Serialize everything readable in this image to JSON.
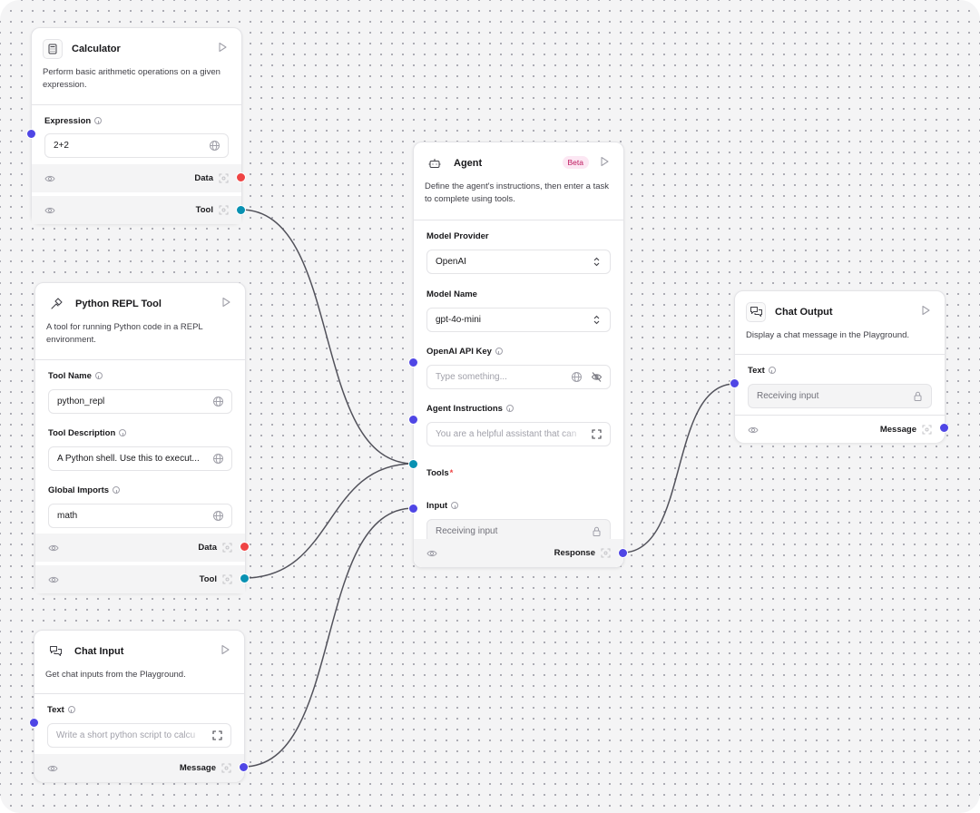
{
  "colors": {
    "canvas_bg": "#f4f4f5",
    "handle_message": "#4f46e5",
    "handle_data": "#ef4444",
    "handle_tool": "#0891b2",
    "beta_badge": "#be185d"
  },
  "nodes": {
    "calculator": {
      "title": "Calculator",
      "icon": "calculator-icon",
      "description": "Perform basic arithmetic operations on a given expression.",
      "fields": {
        "expression": {
          "label": "Expression",
          "value": "2+2"
        }
      },
      "outputs": {
        "data": "Data",
        "tool": "Tool"
      }
    },
    "python_repl": {
      "title": "Python REPL Tool",
      "icon": "hammer-icon",
      "description": "A tool for running Python code in a REPL environment.",
      "fields": {
        "tool_name": {
          "label": "Tool Name",
          "value": "python_repl"
        },
        "tool_description": {
          "label": "Tool Description",
          "value": "A Python shell. Use this to execut..."
        },
        "global_imports": {
          "label": "Global Imports",
          "value": "math"
        }
      },
      "outputs": {
        "data": "Data",
        "tool": "Tool"
      }
    },
    "chat_input": {
      "title": "Chat Input",
      "icon": "chat-icon",
      "description": "Get chat inputs from the Playground.",
      "fields": {
        "text": {
          "label": "Text",
          "placeholder": "Write a short python script to calcu"
        }
      },
      "outputs": {
        "message": "Message"
      }
    },
    "agent": {
      "title": "Agent",
      "icon": "bot-icon",
      "badge": "Beta",
      "description": "Define the agent's instructions, then enter a task to complete using tools.",
      "fields": {
        "model_provider": {
          "label": "Model Provider",
          "value": "OpenAI"
        },
        "model_name": {
          "label": "Model Name",
          "value": "gpt-4o-mini"
        },
        "api_key": {
          "label": "OpenAI API Key",
          "placeholder": "Type something..."
        },
        "instructions": {
          "label": "Agent Instructions",
          "placeholder": "You are a helpful assistant that can"
        },
        "tools": {
          "label": "Tools",
          "required_mark": "*"
        },
        "input": {
          "label": "Input",
          "value": "Receiving input"
        }
      },
      "outputs": {
        "response": "Response"
      }
    },
    "chat_output": {
      "title": "Chat Output",
      "icon": "chat-icon",
      "description": "Display a chat message in the Playground.",
      "fields": {
        "text": {
          "label": "Text",
          "value": "Receiving input"
        }
      },
      "outputs": {
        "message": "Message"
      }
    }
  }
}
